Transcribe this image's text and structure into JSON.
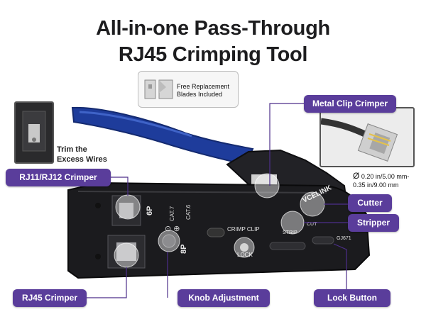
{
  "title_line1": "All-in-one Pass-Through",
  "title_line2": "RJ45 Crimping Tool",
  "blades": {
    "line1": "Free Replacement",
    "line2": "Blades Included"
  },
  "trim": {
    "line1": "Trim the",
    "line2": "Excess Wires"
  },
  "callouts": {
    "rj11": "RJ11/RJ12 Crimper",
    "rj45": "RJ45 Crimper",
    "knob": "Knob Adjustment",
    "lock_button": "Lock Button",
    "metal_clip": "Metal Clip Crimper",
    "cutter": "Cutter",
    "stripper": "Stripper"
  },
  "diameter": {
    "symbol": "Ø",
    "line1": "0.20 in/5.00 mm-",
    "line2": "0.35 in/9.00 mm"
  },
  "tool_print": {
    "brand": "VCELINK",
    "p6": "6P",
    "p8": "8P",
    "cat7": "CAT.7",
    "cat6": "CAT.6",
    "crimp_clip": "CRIMP CLIP",
    "lock": "LOCK",
    "strip": "STRIP",
    "cut": "CUT",
    "model": "GJ671"
  },
  "colors": {
    "accent": "#5a3d9b",
    "handle": "#1e3c9b",
    "body": "#1b1b1e"
  }
}
